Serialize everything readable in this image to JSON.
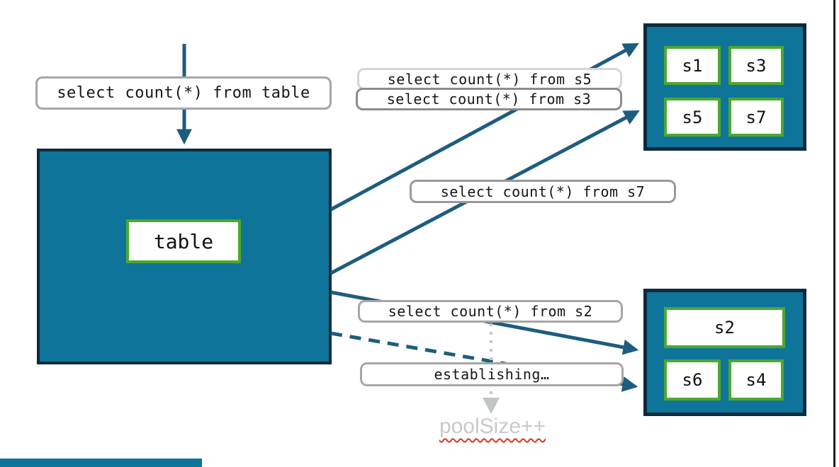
{
  "diagram": {
    "queries": {
      "table": "select count(*) from table",
      "s5": "select count(*) from s5",
      "s3": "select count(*) from s3",
      "s7": "select count(*) from s7",
      "s2": "select count(*) from s2"
    },
    "status": {
      "establishing": "establishing…",
      "pool_size": "poolSize++"
    },
    "source": {
      "label": "table"
    },
    "shards_top": [
      "s1",
      "s3",
      "s5",
      "s7"
    ],
    "shards_bottom": [
      "s2",
      "s6",
      "s4"
    ],
    "colors": {
      "node_fill": "#0e7499",
      "node_border": "#0d2b3c",
      "shard_border": "#4ea72e",
      "arrow": "#1d5d7d",
      "label_border": "#a6a6a6",
      "muted_text": "#c9c9c9",
      "dotted_arrow": "#c3c6c8",
      "squiggle": "#e0321f"
    }
  }
}
